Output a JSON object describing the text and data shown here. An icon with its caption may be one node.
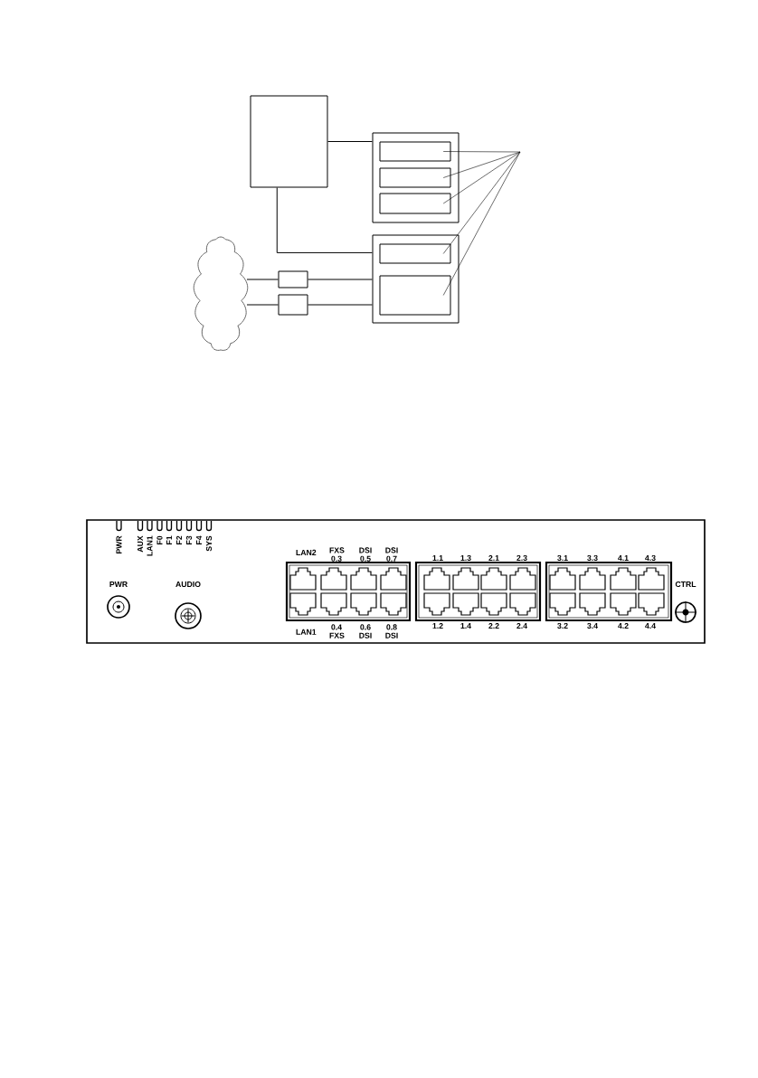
{
  "diagram": {
    "nodes": [
      {
        "text": [],
        "shape": "box"
      },
      {
        "text": [],
        "shape": "box"
      },
      {
        "text": [],
        "shape": "box",
        "in": 1
      },
      {
        "text": [],
        "shape": "box",
        "in": 1
      },
      {
        "text": [],
        "shape": "box",
        "in": 1
      },
      {
        "text": [],
        "shape": "box"
      },
      {
        "text": [],
        "shape": "box",
        "in": 5
      },
      {
        "text": [],
        "shape": "box",
        "in": 5
      },
      {
        "text": [],
        "shape": "cloud"
      },
      {
        "text": [],
        "shape": "box"
      },
      {
        "text": [],
        "shape": "box"
      }
    ],
    "edges": [
      {
        "from": 0,
        "to": 1,
        "arrow": "none"
      },
      {
        "from": 0,
        "to": 5,
        "arrow": "none"
      },
      {
        "from": 8,
        "to": 9,
        "arrow": "none"
      },
      {
        "from": 9,
        "to": 5,
        "arrow": "none"
      },
      {
        "from": 8,
        "to": 10,
        "arrow": "none"
      },
      {
        "from": 10,
        "to": 5,
        "arrow": "none"
      },
      {
        "from": null,
        "to": 2,
        "arrow": "none"
      },
      {
        "from": null,
        "to": 3,
        "arrow": "none"
      },
      {
        "from": null,
        "to": 4,
        "arrow": "none"
      },
      {
        "from": null,
        "to": 6,
        "arrow": "none"
      },
      {
        "from": null,
        "to": 7,
        "arrow": "none"
      }
    ],
    "labels": [
      "PWR",
      "AUX",
      "LAN1",
      "F0",
      "F1",
      "F2",
      "F3",
      "F4",
      "SYS",
      "LAN2",
      "FXS 0.3",
      "DSI 0.5",
      "DSI 0.7",
      "1.1",
      "1.3",
      "2.1",
      "2.3",
      "3.1",
      "3.3",
      "4.1",
      "4.3",
      "PWR",
      "AUDIO",
      "CTRL",
      "LAN1",
      "0.4 FXS",
      "0.6 DSI",
      "0.8 DSI",
      "1.2",
      "1.4",
      "2.2",
      "2.4",
      "3.2",
      "3.4",
      "4.2",
      "4.4"
    ]
  }
}
